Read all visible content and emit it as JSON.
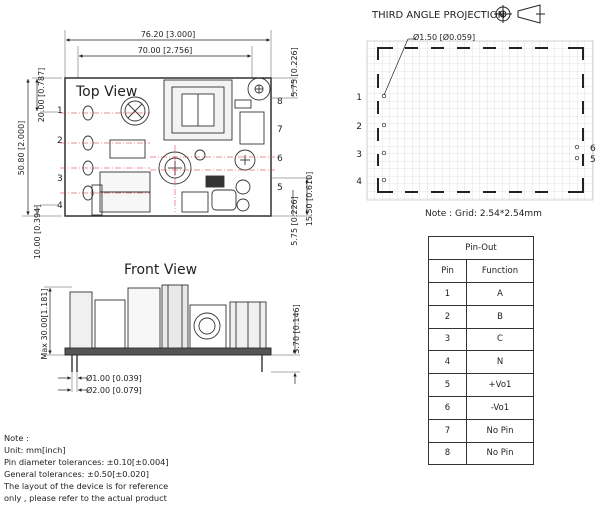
{
  "projection": {
    "label": "THIRD ANGLE  PROJECTION"
  },
  "top_view": {
    "title": "Top View",
    "dims": {
      "overall_width": "76.20 [3.000]",
      "pin_span_width": "70.00 [2.756]",
      "top_offset": "20.00 [0.787]",
      "height": "50.80 [2.000]",
      "bottom_offset": "10.00 [0.394]",
      "right_top": "5.75 [0.226]",
      "right_bottom": "5.75 [0.226]",
      "right_span": "15.50 [0.610]"
    },
    "left_pins": [
      "1",
      "2",
      "3",
      "4"
    ],
    "right_pins": [
      "8",
      "7",
      "6",
      "5"
    ]
  },
  "front_view": {
    "title": "Front View",
    "dims": {
      "max_height": "Max 30.00[1.181]",
      "pin_length": "3.70 [0.146]",
      "pin_dia_1": "Ø1.00 [0.039]",
      "pin_dia_2": "Ø2.00 [0.079]"
    }
  },
  "grid_view": {
    "hole_label": "Ø1.50 [Ø0.059]",
    "note": "Note : Grid: 2.54*2.54mm",
    "left_pins": [
      "1",
      "2",
      "3",
      "4"
    ],
    "right_pins": [
      "6",
      "5"
    ]
  },
  "pinout": {
    "title": "Pin-Out",
    "headers": [
      "Pin",
      "Function"
    ],
    "rows": [
      [
        "1",
        "A"
      ],
      [
        "2",
        "B"
      ],
      [
        "3",
        "C"
      ],
      [
        "4",
        "N"
      ],
      [
        "5",
        "+Vo1"
      ],
      [
        "6",
        "-Vo1"
      ],
      [
        "7",
        "No Pin"
      ],
      [
        "8",
        "No Pin"
      ]
    ]
  },
  "notes": [
    "Note :",
    "Unit: mm[inch]",
    "Pin diameter tolerances: ±0.10[±0.004]",
    "General tolerances: ±0.50[±0.020]",
    "The layout of the device is for reference",
    "only , please refer to the actual product"
  ]
}
